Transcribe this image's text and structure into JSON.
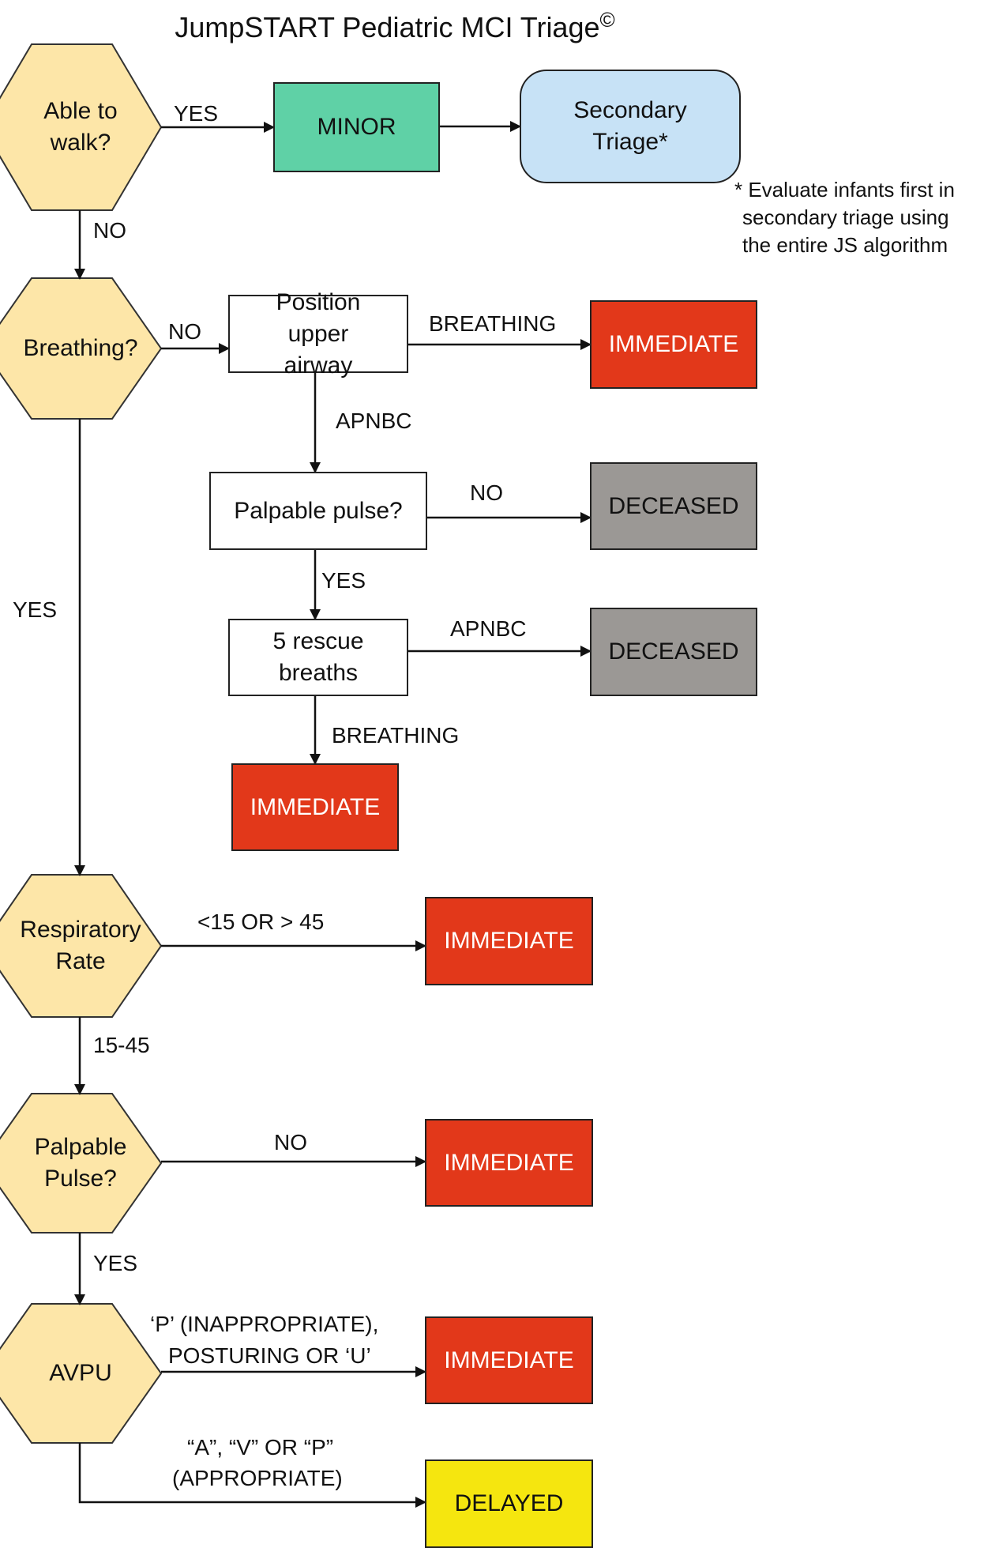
{
  "title": "JumpSTART Pediatric MCI Triage",
  "title_mark": "©",
  "decisions": {
    "walk": "Able to walk?",
    "breathing": "Breathing?",
    "respiratory": "Respiratory Rate",
    "pulse": "Palpable Pulse?",
    "avpu": "AVPU"
  },
  "steps": {
    "position_airway": "Position upper airway",
    "palpable_pulse": "Palpable pulse?",
    "rescue_breaths": "5 rescue breaths",
    "secondary_triage": "Secondary Triage*"
  },
  "outcomes": {
    "minor": "MINOR",
    "immediate": "IMMEDIATE",
    "deceased": "DECEASED",
    "delayed": "DELAYED"
  },
  "edge_labels": {
    "walk_yes": "YES",
    "walk_no": "NO",
    "breathing_no": "NO",
    "breathing_yes": "YES",
    "airway_breathing": "BREATHING",
    "airway_apnbc": "APNBC",
    "pulse_check_no": "NO",
    "pulse_check_yes": "YES",
    "rescue_apnbc": "APNBC",
    "rescue_breathing": "BREATHING",
    "rr_abnormal": "<15 OR > 45",
    "rr_normal": "15-45",
    "pulse_no": "NO",
    "pulse_yes": "YES",
    "avpu_bad_1": "‘P’ (INAPPROPRIATE),",
    "avpu_bad_2": "POSTURING OR ‘U’",
    "avpu_good_1": "“A”, “V” OR “P”",
    "avpu_good_2": "(APPROPRIATE)"
  },
  "footnote": [
    "* Evaluate infants first in",
    "secondary triage using",
    "the entire JS algorithm"
  ],
  "colors": {
    "decision": "#fde6a8",
    "minor": "#5fd1a6",
    "secondary": "#c7e2f6",
    "immediate": "#e2381a",
    "deceased": "#9b9895",
    "delayed": "#f5e60f"
  }
}
